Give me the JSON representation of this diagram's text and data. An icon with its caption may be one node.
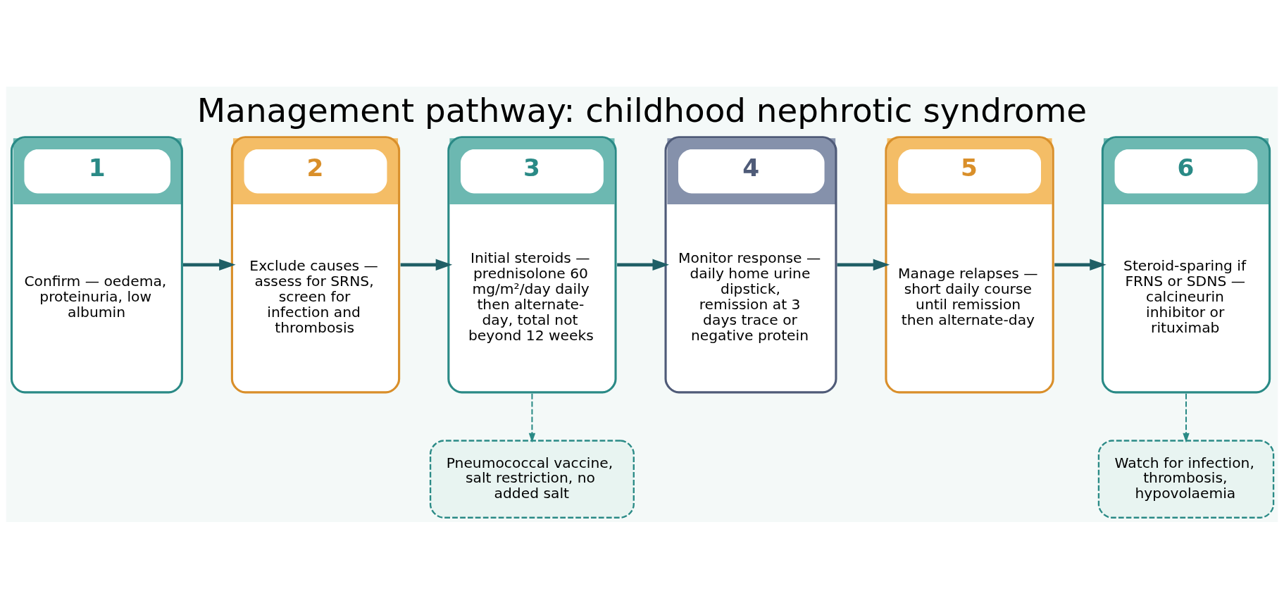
{
  "diagram": {
    "title": "Management pathway: childhood nephrotic syndrome",
    "nodes": [
      {
        "text": [
          "1",
          "Confirm — oedema, proteinuria, low albumin"
        ]
      },
      {
        "text": [
          "2",
          "Exclude causes — assess for SRNS, screen for infection and thrombosis"
        ]
      },
      {
        "text": [
          "3",
          "Initial steroids — prednisolone 60 mg/m²/day daily then alternate-day, total not beyond 12 weeks"
        ]
      },
      {
        "text": [
          "4",
          "Monitor response — daily home urine dipstick, remission at 3 days trace or negative protein"
        ]
      },
      {
        "text": [
          "5",
          "Manage relapses — short daily course until remission then alternate-day"
        ]
      },
      {
        "text": [
          "6",
          "Steroid-sparing if FRNS or SDNS — calcineurin inhibitor or rituximab"
        ]
      },
      {
        "text": [
          "Pneumococcal vaccine, salt restriction, no added salt"
        ]
      },
      {
        "text": [
          "Watch for infection, thrombosis, hypovolaemia"
        ]
      }
    ],
    "edges": [
      {
        "from": 0,
        "to": 1,
        "arrow": "to"
      },
      {
        "from": 1,
        "to": 2,
        "arrow": "to"
      },
      {
        "from": 2,
        "to": 3,
        "arrow": "to"
      },
      {
        "from": 3,
        "to": 4,
        "arrow": "to"
      },
      {
        "from": 4,
        "to": 5,
        "arrow": "to"
      },
      {
        "from": 2,
        "to": 6,
        "arrow": "to",
        "style": "dashed",
        "color": "#2a8a86"
      },
      {
        "from": 5,
        "to": 7,
        "arrow": "to",
        "style": "dashed",
        "color": "#2a8a86"
      }
    ]
  }
}
